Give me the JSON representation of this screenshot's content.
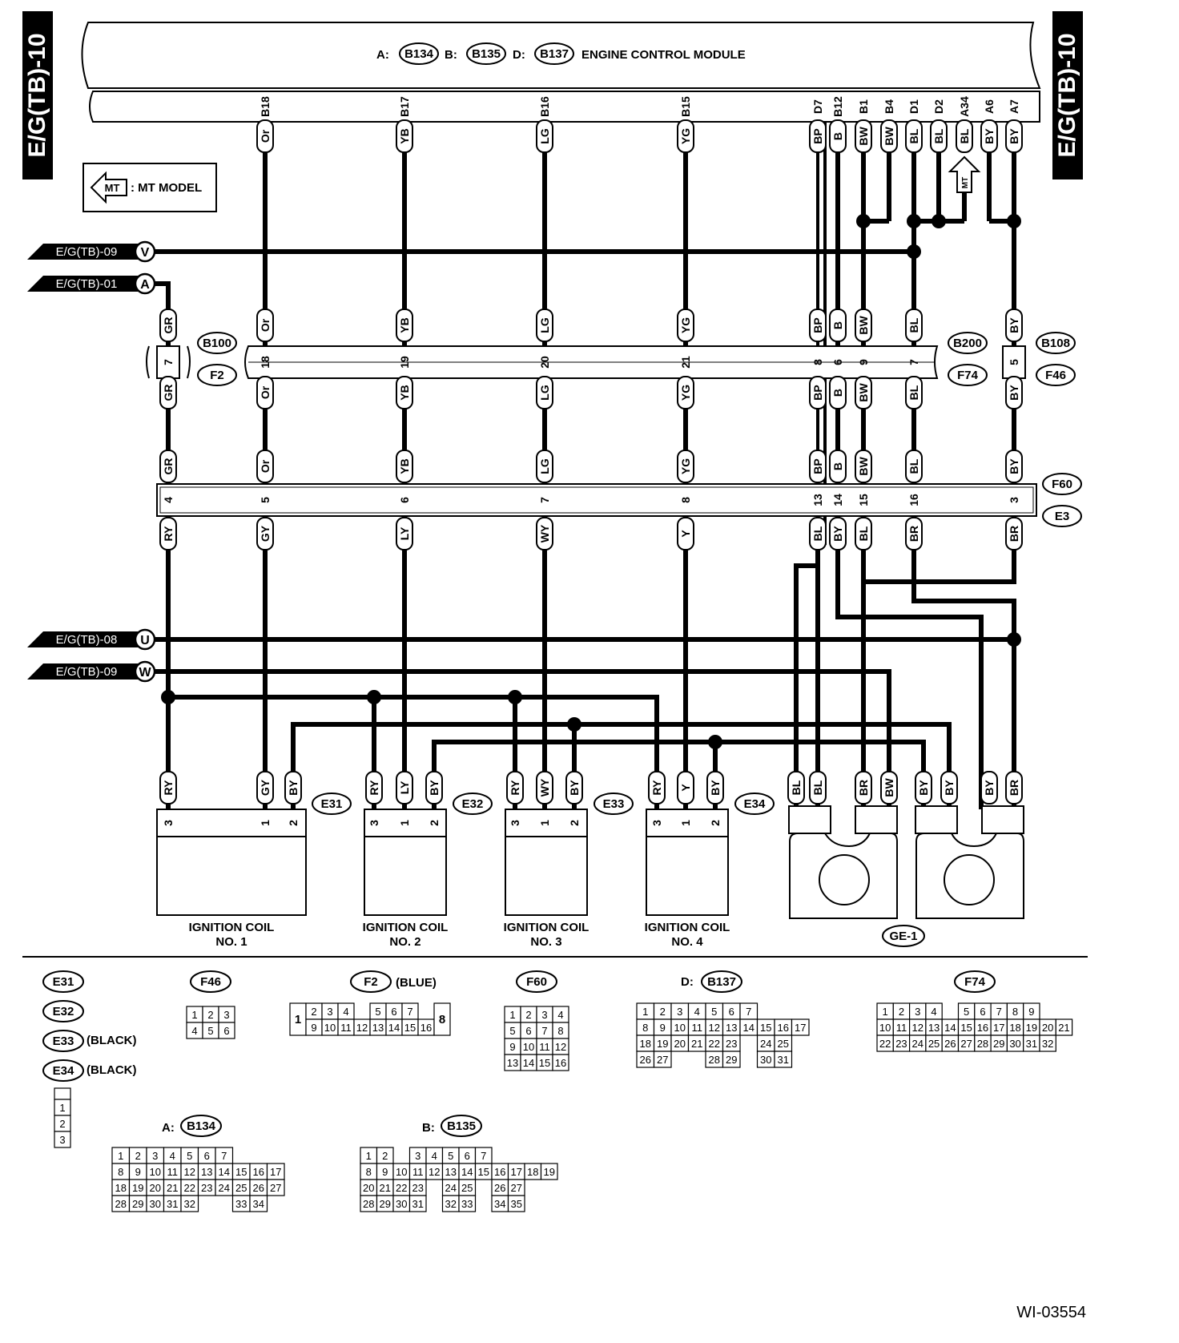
{
  "page": {
    "side_tab": "E/G(TB)-10",
    "figure_id": "WI-03554"
  },
  "ecm": {
    "connector_a": "B134",
    "connector_b": "B135",
    "connector_d": "B137",
    "prefix_a": "A:",
    "prefix_b": "B:",
    "prefix_d": "D:",
    "title": "ENGINE CONTROL MODULE"
  },
  "ecm_pins": [
    "B18",
    "B17",
    "B16",
    "B15",
    "D7",
    "B12",
    "B1",
    "B4",
    "D1",
    "D2",
    "A34",
    "A6",
    "A7"
  ],
  "ecm_pin_colors": [
    "Or",
    "YB",
    "LG",
    "YG",
    "BP",
    "B",
    "BW",
    "BW",
    "BL",
    "BL",
    "BL",
    "BY",
    "BY"
  ],
  "mt_legend": {
    "badge": "MT",
    "text": ": MT MODEL"
  },
  "refs": [
    {
      "label": "E/G(TB)-09",
      "circle": "V"
    },
    {
      "label": "E/G(TB)-01",
      "circle": "A"
    },
    {
      "label": "E/G(TB)-08",
      "circle": "U"
    },
    {
      "label": "E/G(TB)-09",
      "circle": "W"
    }
  ],
  "joint1": {
    "left_top": "B100",
    "left_bottom": "F2",
    "mid_top": "B200",
    "mid_bottom": "F74",
    "right_top": "B108",
    "right_bottom": "F46",
    "upper_colors": [
      "GR",
      "Or",
      "YB",
      "LG",
      "YG",
      "BP",
      "B",
      "BW",
      "BL",
      "BY"
    ],
    "pins": [
      "7",
      "18",
      "19",
      "20",
      "21",
      "8",
      "6",
      "9",
      "7",
      "5"
    ],
    "lower_colors": [
      "GR",
      "Or",
      "YB",
      "LG",
      "YG",
      "BP",
      "B",
      "BW",
      "BL",
      "BY"
    ]
  },
  "joint2": {
    "top": "F60",
    "bottom": "E3",
    "upper_colors": [
      "GR",
      "Or",
      "YB",
      "LG",
      "YG",
      "BP",
      "B",
      "BW",
      "BL",
      "BY"
    ],
    "pins": [
      "4",
      "5",
      "6",
      "7",
      "8",
      "13",
      "14",
      "15",
      "16",
      "3"
    ],
    "lower_colors": [
      "RY",
      "GY",
      "LY",
      "WY",
      "Y",
      "BL",
      "BY",
      "BL",
      "BR",
      "BR"
    ]
  },
  "coils": [
    {
      "conn": "E31",
      "colors": [
        "RY",
        "GY",
        "BY"
      ],
      "pins": [
        "3",
        "1",
        "2"
      ],
      "name1": "IGNITION COIL",
      "name2": "NO. 1"
    },
    {
      "conn": "E32",
      "colors": [
        "RY",
        "LY",
        "BY"
      ],
      "pins": [
        "3",
        "1",
        "2"
      ],
      "name1": "IGNITION COIL",
      "name2": "NO. 2"
    },
    {
      "conn": "E33",
      "colors": [
        "RY",
        "WY",
        "BY"
      ],
      "pins": [
        "3",
        "1",
        "2"
      ],
      "name1": "IGNITION COIL",
      "name2": "NO. 3"
    },
    {
      "conn": "E34",
      "colors": [
        "RY",
        "Y",
        "BY"
      ],
      "pins": [
        "3",
        "1",
        "2"
      ],
      "name1": "IGNITION COIL",
      "name2": "NO. 4"
    }
  ],
  "ground_colors": [
    "BL",
    "BL",
    "BR",
    "BW",
    "BY",
    "BY",
    "BY",
    "BR"
  ],
  "ground_label": "GE-1",
  "legend": {
    "e_labels": [
      "E31",
      "E32",
      "E33",
      "E34"
    ],
    "e33_note": "(BLACK)",
    "e34_note": "(BLACK)",
    "e_pins": [
      "1",
      "2",
      "3"
    ],
    "f46": {
      "label": "F46",
      "rows": [
        [
          "1",
          "2",
          "3"
        ],
        [
          "4",
          "5",
          "6"
        ]
      ]
    },
    "f2": {
      "label": "F2",
      "note": "(BLUE)",
      "left": "1",
      "right": "8",
      "row1": [
        "2",
        "3",
        "4",
        "",
        "5",
        "6",
        "7"
      ],
      "row2": [
        "9",
        "10",
        "11",
        "12",
        "13",
        "14",
        "15",
        "16"
      ]
    },
    "f60": {
      "label": "F60",
      "rows": [
        [
          "1",
          "2",
          "3",
          "4"
        ],
        [
          "5",
          "6",
          "7",
          "8"
        ],
        [
          "9",
          "10",
          "11",
          "12"
        ],
        [
          "13",
          "14",
          "15",
          "16"
        ]
      ]
    },
    "b137": {
      "prefix": "D:",
      "label": "B137",
      "rows": [
        [
          "1",
          "2",
          "3",
          "4",
          "5",
          "6",
          "7"
        ],
        [
          "8",
          "9",
          "10",
          "11",
          "12",
          "13",
          "14",
          "15",
          "16",
          "17"
        ],
        [
          "18",
          "19",
          "20",
          "21",
          "22",
          "23",
          "",
          "24",
          "25"
        ],
        [
          "26",
          "27",
          "",
          "",
          "28",
          "29",
          "",
          "30",
          "31"
        ]
      ]
    },
    "f74": {
      "label": "F74",
      "rows": [
        [
          "1",
          "2",
          "3",
          "4",
          "",
          "5",
          "6",
          "7",
          "8",
          "9"
        ],
        [
          "10",
          "11",
          "12",
          "13",
          "14",
          "15",
          "16",
          "17",
          "18",
          "19",
          "20",
          "21"
        ],
        [
          "22",
          "23",
          "24",
          "25",
          "26",
          "27",
          "28",
          "29",
          "30",
          "31",
          "32"
        ]
      ]
    },
    "b134": {
      "prefix": "A:",
      "label": "B134",
      "rows": [
        [
          "1",
          "2",
          "3",
          "4",
          "5",
          "6",
          "7"
        ],
        [
          "8",
          "9",
          "10",
          "11",
          "12",
          "13",
          "14",
          "15",
          "16",
          "17"
        ],
        [
          "18",
          "19",
          "20",
          "21",
          "22",
          "23",
          "24",
          "25",
          "26",
          "27"
        ],
        [
          "28",
          "29",
          "30",
          "31",
          "32",
          "",
          "",
          "33",
          "34"
        ]
      ]
    },
    "b135": {
      "prefix": "B:",
      "label": "B135",
      "rows": [
        [
          "1",
          "2",
          "",
          "3",
          "4",
          "5",
          "6",
          "7"
        ],
        [
          "8",
          "9",
          "10",
          "11",
          "12",
          "13",
          "14",
          "15",
          "16",
          "17",
          "18",
          "19"
        ],
        [
          "20",
          "21",
          "22",
          "23",
          "",
          "24",
          "25",
          "",
          "26",
          "27"
        ],
        [
          "28",
          "29",
          "30",
          "31",
          "",
          "32",
          "33",
          "",
          "34",
          "35"
        ]
      ]
    }
  }
}
